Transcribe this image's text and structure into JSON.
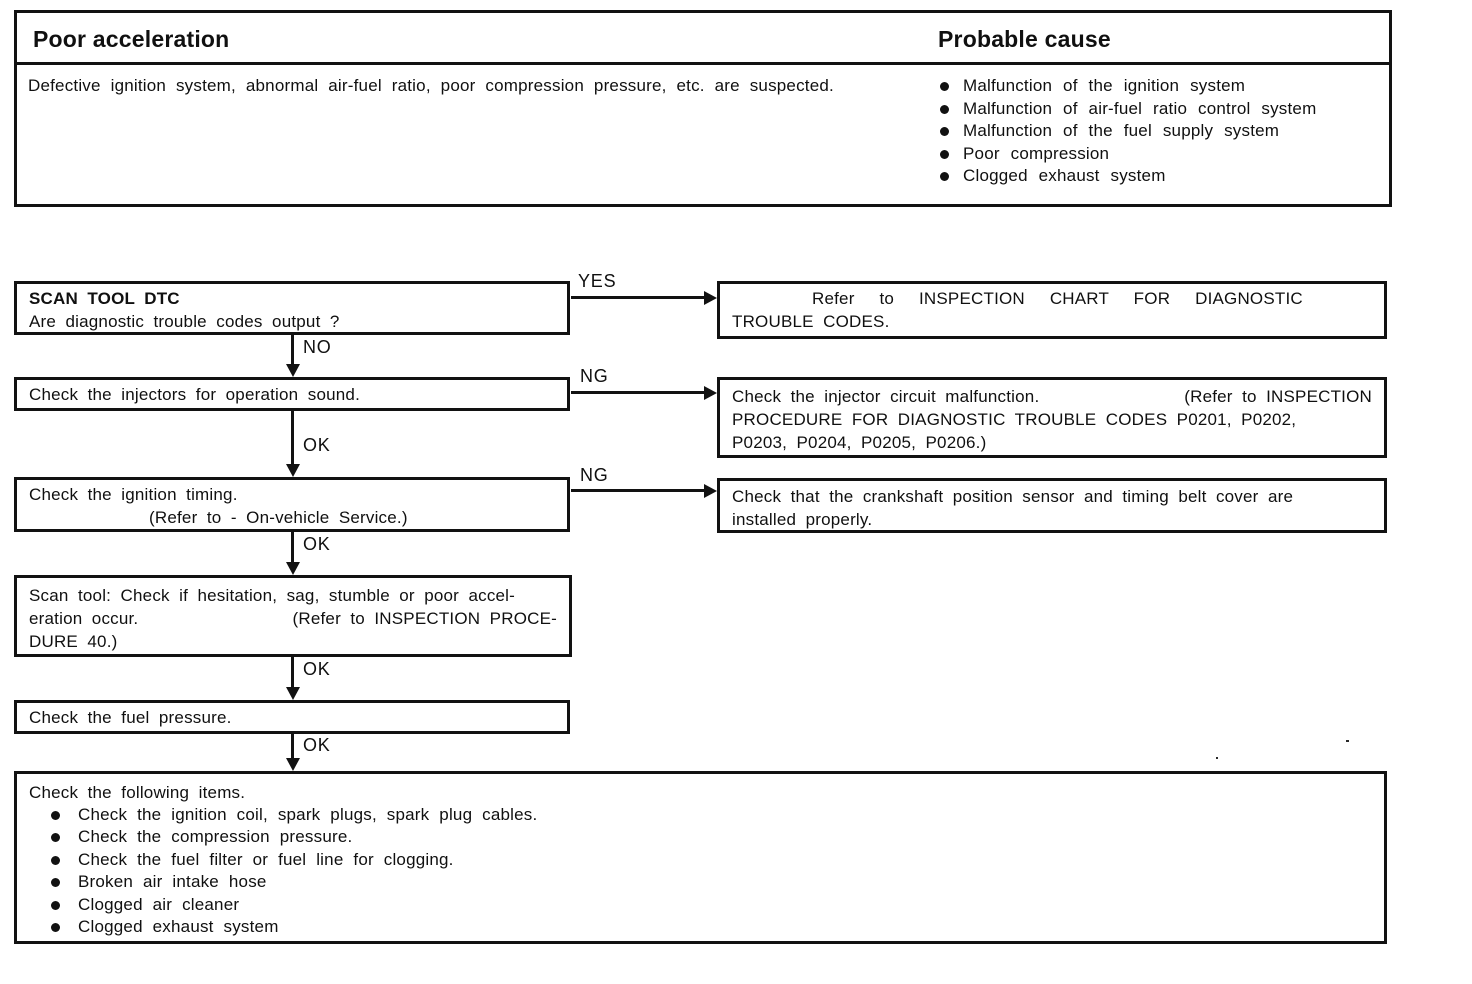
{
  "header_table": {
    "title": "Poor acceleration",
    "cause_title": "Probable cause",
    "description": "Defective ignition system, abnormal air-fuel ratio, poor compression pressure, etc. are suspected.",
    "causes": [
      "Malfunction of the ignition system",
      "Malfunction of air-fuel ratio control system",
      "Malfunction of the fuel supply system",
      "Poor compression",
      "Clogged exhaust system"
    ]
  },
  "labels": {
    "yes": "YES",
    "no": "NO",
    "ng": "NG",
    "ok": "OK"
  },
  "steps": {
    "scan_tool": {
      "title": "SCAN TOOL DTC",
      "question": "Are diagnostic trouble codes output ?"
    },
    "injectors": {
      "text": "Check the injectors for operation sound."
    },
    "ignition_timing": {
      "line1": "Check the ignition timing.",
      "line2": "(Refer to - On-vehicle Service.)"
    },
    "hesitation": {
      "line1": "Scan tool: Check if hesitation, sag, stumble or poor accel-",
      "line2_left": "eration occur.",
      "line2_right": "(Refer to INSPECTION PROCE-",
      "line3": "DURE 40.)"
    },
    "fuel_pressure": {
      "text": "Check the fuel pressure."
    },
    "final_check": {
      "title": "Check the following items.",
      "items": [
        "Check the ignition coil, spark plugs, spark plug cables.",
        "Check the compression pressure.",
        "Check the fuel filter or fuel line for clogging.",
        "Broken air intake hose",
        "Clogged air cleaner",
        "Clogged exhaust system"
      ]
    }
  },
  "results": {
    "dtc_chart": {
      "line1": "Refer to INSPECTION CHART FOR DIAGNOSTIC",
      "line2": "TROUBLE CODES."
    },
    "injector_circuit": {
      "line1_left": "Check the injector circuit malfunction.",
      "line1_right": "(Refer to INSPECTION",
      "line2": "PROCEDURE FOR DIAGNOSTIC TROUBLE CODES P0201, P0202,",
      "line3": "P0203, P0204, P0205, P0206.)"
    },
    "crankshaft": {
      "line1": "Check that the crankshaft position sensor and timing belt cover are",
      "line2": "installed properly."
    }
  },
  "colors": {
    "ink": "#121212",
    "paper": "#ffffff"
  }
}
